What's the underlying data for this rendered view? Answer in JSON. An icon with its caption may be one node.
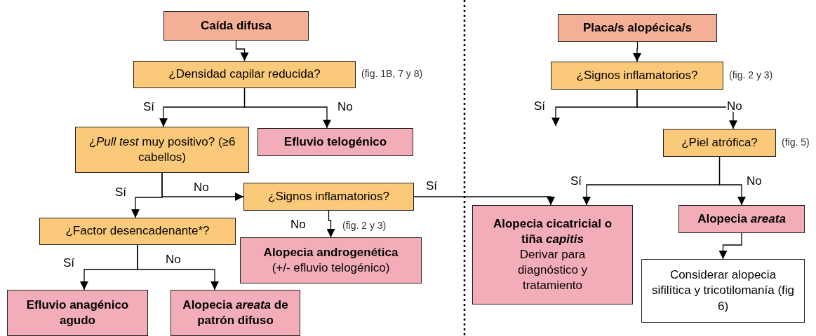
{
  "diagram": {
    "nodes": [
      {
        "text": [
          "Caída difusa"
        ]
      },
      {
        "text": [
          "¿Densidad capilar reducida?"
        ],
        "beside": [
          "(fig. 1B, 7 y 8)"
        ]
      },
      {
        "text": [
          "¿*Pull test* muy positivo? (≥6 cabellos)"
        ]
      },
      {
        "text": [
          "Efluvio telogénico"
        ]
      },
      {
        "text": [
          "¿Signos inflamatorios?"
        ]
      },
      {
        "text": [
          "¿Factor desencadenante*?"
        ]
      },
      {
        "text": [
          "Alopecia androgenética",
          "(+/- efluvio telogénico)"
        ],
        "beside": [
          "(fig. 2 y 3)"
        ]
      },
      {
        "text": [
          "Efluvio anagénico agudo"
        ]
      },
      {
        "text": [
          "Alopecia *areata* de patrón difuso"
        ]
      },
      {
        "text": [
          "Placa/s alopécica/s"
        ]
      },
      {
        "text": [
          "¿Signos inflamatorios?"
        ],
        "beside": [
          "(fig. 2 y 3)"
        ]
      },
      {
        "text": [
          "¿Piel atrófica?"
        ],
        "beside": [
          "(fig. 5)"
        ]
      },
      {
        "text": [
          "Alopecia cicatricial o tiña *capitis*",
          "Derivar para diagnóstico y tratamiento"
        ]
      },
      {
        "text": [
          "Alopecia *areata*"
        ]
      },
      {
        "text": [
          "Considerar alopecia sifilítica y tricotilomanía (fig 6)"
        ]
      }
    ],
    "edges": [
      {
        "from": 0,
        "to": 1,
        "arrow": "to"
      },
      {
        "from": 1,
        "to": 2,
        "arrow": "to",
        "label": "Sí"
      },
      {
        "from": 1,
        "to": 3,
        "arrow": "to",
        "label": "No"
      },
      {
        "from": 2,
        "to": 5,
        "arrow": "to",
        "label": "Sí"
      },
      {
        "from": 2,
        "to": 4,
        "arrow": "to",
        "label": "No"
      },
      {
        "from": 4,
        "to": 12,
        "arrow": "to",
        "label": "Sí"
      },
      {
        "from": 4,
        "to": 6,
        "arrow": "to",
        "label": "No"
      },
      {
        "from": 5,
        "to": 7,
        "arrow": "to",
        "label": "Sí"
      },
      {
        "from": 5,
        "to": 8,
        "arrow": "to",
        "label": "No"
      },
      {
        "from": 9,
        "to": 10,
        "arrow": "to"
      },
      {
        "from": 10,
        "to": null,
        "arrow": "to",
        "label": "Sí"
      },
      {
        "from": 10,
        "to": 11,
        "arrow": "to",
        "label": "No"
      },
      {
        "from": 11,
        "to": 12,
        "arrow": "to",
        "label": "Sí"
      },
      {
        "from": 11,
        "to": 13,
        "arrow": "to",
        "label": "No"
      },
      {
        "from": 13,
        "to": 14,
        "arrow": "to"
      }
    ]
  }
}
